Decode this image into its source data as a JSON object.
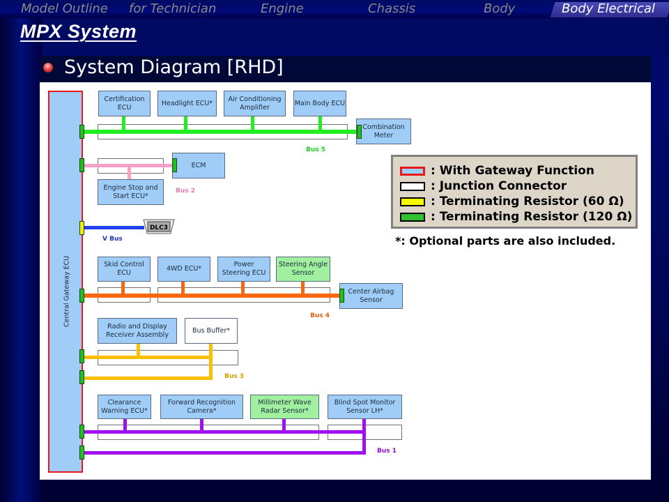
{
  "nav": {
    "items": [
      {
        "label": "Model Outline",
        "active": false
      },
      {
        "label": "for Technician",
        "active": false
      },
      {
        "label": "Engine",
        "active": false
      },
      {
        "label": "Chassis",
        "active": false
      },
      {
        "label": "Body",
        "active": false
      },
      {
        "label": "Body Electrical",
        "active": true
      }
    ]
  },
  "page": {
    "title": "MPX System",
    "subtitle": "System Diagram [RHD]"
  },
  "diagram": {
    "gateway": {
      "label": "Central Gateway ECU"
    },
    "bus5": {
      "label": "Bus 5",
      "color": "#22ee22",
      "nodes": [
        "Certification\nECU",
        "Headlight ECU*",
        "Air Conditioning\nAmplifier",
        "Main Body ECU"
      ],
      "end_node": "Combination\nMeter"
    },
    "bus2": {
      "label": "Bus 2",
      "color": "#f8a0c8",
      "end_node": "ECM",
      "branch_node": "Engine  Stop and\nStart ECU*"
    },
    "vbus": {
      "label": "V Bus",
      "color": "#2040f0",
      "end_node": "DLC3"
    },
    "bus4": {
      "label": "Bus 4",
      "color": "#f86810",
      "nodes": [
        "Skid  Control\nECU",
        "4WD  ECU*",
        "Power\nSteering ECU",
        "Steering Angle\nSensor"
      ],
      "end_node": "Center Airbag\nSensor"
    },
    "bus3": {
      "label": "Bus 3",
      "color": "#f8c000",
      "nodes": [
        "Radio  and Display\nReceiver Assembly",
        "Bus Buffer*"
      ]
    },
    "bus1": {
      "label": "Bus 1",
      "color": "#a010f0",
      "nodes": [
        "Clearance\nWarning ECU*",
        "Forward Recognition\nCamera*",
        "Millimeter  Wave\nRadar Sensor*",
        "Blind  Spot Monitor\nSensor LH*"
      ]
    }
  },
  "legend": {
    "items": [
      {
        "label": ": With Gateway Function",
        "fill": "#a0cdf8",
        "border": "#e81818"
      },
      {
        "label": ": Junction Connector",
        "fill": "#ffffff",
        "border": "#000000"
      },
      {
        "label": ": Terminating Resistor (60 Ω)",
        "fill": "#f8f800",
        "border": "#000000"
      },
      {
        "label": ": Terminating Resistor (120 Ω)",
        "fill": "#30c030",
        "border": "#000000"
      }
    ],
    "note": "*: Optional parts are also included."
  }
}
